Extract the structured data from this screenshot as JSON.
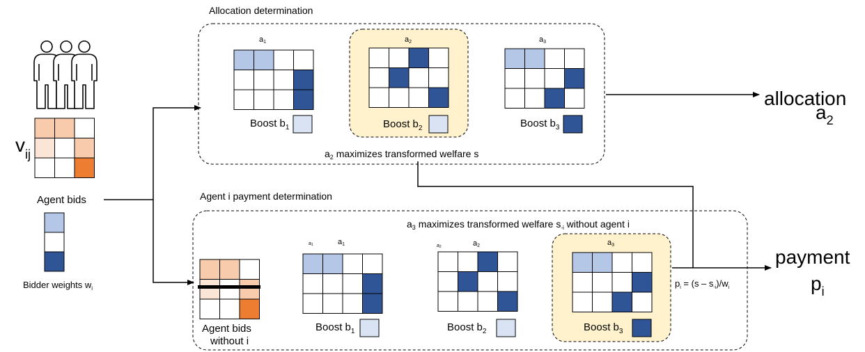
{
  "colors": {
    "light_blue": "#b4c7e7",
    "dark_blue": "#2f5597",
    "boost_light": "#dae3f3",
    "peach": "#f8cbad",
    "light_peach": "#fbe5d6",
    "orange": "#ed7d31",
    "highlight": "#fff2cc",
    "grid_line": "#000000"
  },
  "top_section": {
    "title": "Allocation determination",
    "footer": {
      "base": "a",
      "sub": "2",
      "rest": " maximizes transformed welfare s"
    },
    "allocations": [
      {
        "label": "a",
        "sub": "1",
        "boost_text": "Boost b",
        "boost_sub": "1",
        "boost_color": "light",
        "cells": [
          "L",
          "L",
          "W",
          "W",
          "W",
          "W",
          "W",
          "D",
          "W",
          "W",
          "W",
          "D"
        ]
      },
      {
        "label": "a",
        "sub": "2",
        "boost_text": "Boost b",
        "boost_sub": "2",
        "boost_color": "light",
        "highlighted": true,
        "cells": [
          "W",
          "W",
          "D",
          "W",
          "W",
          "D",
          "W",
          "W",
          "W",
          "W",
          "W",
          "D"
        ]
      },
      {
        "label": "a",
        "sub": "3",
        "boost_text": "Boost b",
        "boost_sub": "3",
        "boost_color": "dark",
        "cells": [
          "L",
          "L",
          "W",
          "W",
          "W",
          "W",
          "W",
          "D",
          "W",
          "W",
          "D",
          "W"
        ]
      }
    ]
  },
  "left": {
    "valuation_label": {
      "base": "v",
      "sub": "ij"
    },
    "valuation_cells": [
      "P",
      "P",
      "W",
      "LP",
      "W",
      "P",
      "W",
      "W",
      "O"
    ],
    "agent_bids_label": "Agent bids",
    "weight_cells": [
      "L",
      "W",
      "D"
    ],
    "weights_label": {
      "base": "Bidder weights w",
      "sub": "i"
    }
  },
  "bottom_section": {
    "title": "Agent i payment determination",
    "header": {
      "base": "a",
      "sub": "3",
      "mid": " maximizes transformed welfare s",
      "sub2": "-i",
      "rest": " without agent i"
    },
    "without_i_cells": [
      "P",
      "P",
      "W",
      "LP",
      "W",
      "P",
      "W",
      "W",
      "O"
    ],
    "without_i_label_line1": "Agent bids",
    "without_i_label_line2": "without i",
    "allocations": [
      {
        "small_label": "a",
        "small_sub": "1",
        "label": "a",
        "sub": "1",
        "boost_text": "Boost b",
        "boost_sub": "1",
        "boost_color": "light",
        "cells": [
          "L",
          "L",
          "W",
          "W",
          "W",
          "W",
          "W",
          "D",
          "W",
          "W",
          "W",
          "D"
        ]
      },
      {
        "small_label": "a",
        "small_sub": "2",
        "label": "a",
        "sub": "2",
        "boost_text": "Boost b",
        "boost_sub": "2",
        "boost_color": "light",
        "cells": [
          "W",
          "W",
          "D",
          "W",
          "W",
          "D",
          "W",
          "W",
          "W",
          "W",
          "W",
          "D"
        ]
      },
      {
        "small_label": "",
        "small_sub": "",
        "label": "a",
        "sub": "3",
        "boost_text": "Boost b",
        "boost_sub": "3",
        "boost_color": "dark",
        "highlighted": true,
        "cells": [
          "L",
          "L",
          "W",
          "W",
          "W",
          "W",
          "W",
          "D",
          "W",
          "W",
          "D",
          "W"
        ]
      }
    ],
    "formula": {
      "p": "p",
      "p_sub": "i",
      "eq": " =  (s – s",
      "s_sub": "-i",
      "close": ")/w",
      "w_sub": "i"
    }
  },
  "outputs": {
    "allocation_line1": "allocation",
    "allocation_line2": {
      "base": "a",
      "sub": "2"
    },
    "payment_line1": "payment",
    "payment_line2": {
      "base": "p",
      "sub": "i"
    }
  }
}
